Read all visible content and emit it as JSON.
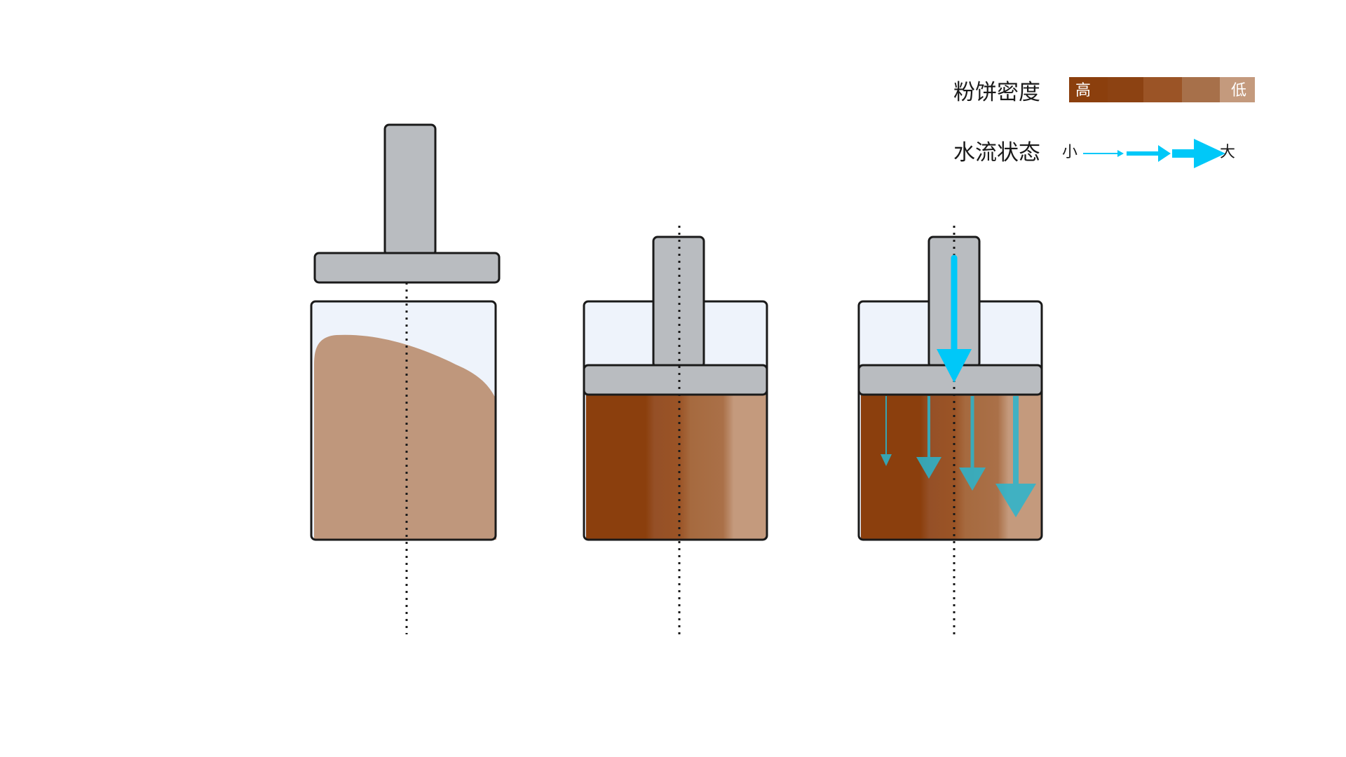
{
  "legend": {
    "density": {
      "label": "粉饼密度",
      "high_label": "高",
      "low_label": "低",
      "colors": [
        "#8b3f0d",
        "#8c4212",
        "#9b5426",
        "#a7704a",
        "#c49a7d"
      ]
    },
    "flow": {
      "label": "水流状态",
      "small_label": "小",
      "large_label": "大",
      "color": "#00c8f8"
    }
  },
  "colors": {
    "tamper": "#b9bcc0",
    "outline": "#1a1a1a",
    "air": "#eef3fb",
    "loose_grounds": "#bf977c",
    "arrows_inner": "#29b6cf",
    "arrows_top": "#00c8f8"
  },
  "panels": [
    {
      "name": "loose-grounds-panel",
      "state": "untamped"
    },
    {
      "name": "tamped-panel",
      "state": "tamped, uneven density"
    },
    {
      "name": "channeling-panel",
      "state": "tamped with uneven water flow"
    }
  ]
}
